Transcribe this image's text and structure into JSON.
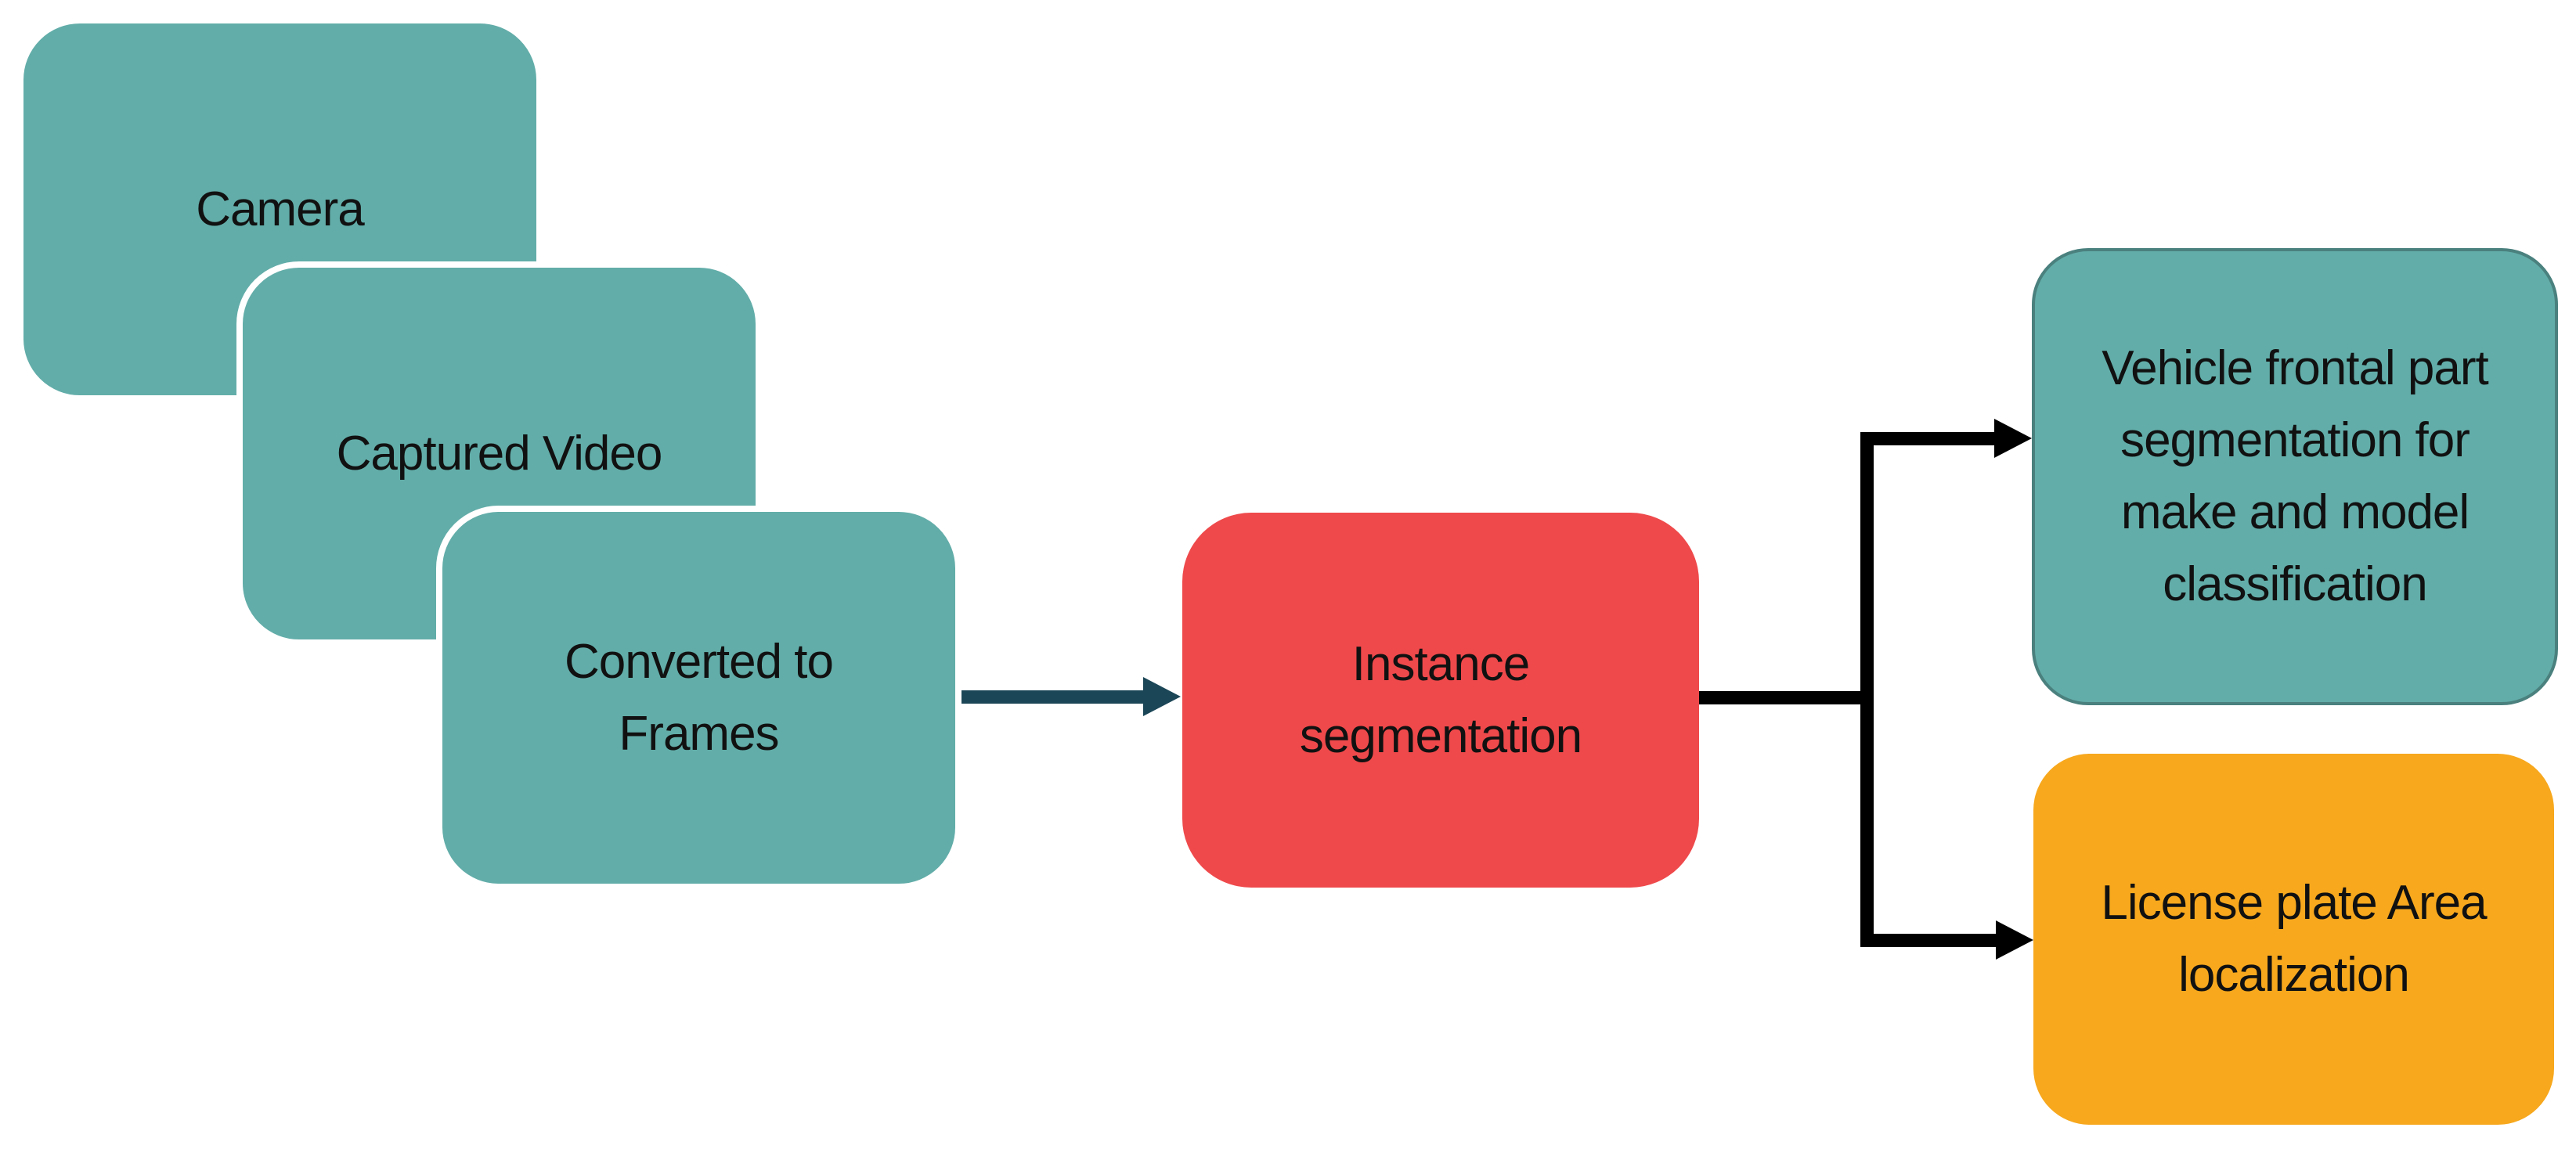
{
  "diagram": {
    "type": "flowchart",
    "background": "#FFFFFF",
    "nodes": {
      "camera": {
        "label": "Camera",
        "shape": "rounded-rectangle",
        "fill": "#62ADA9",
        "border": "#FFFFFF"
      },
      "captured_video": {
        "label": "Captured Video",
        "shape": "rounded-rectangle",
        "fill": "#62ADA9",
        "border": "#FFFFFF"
      },
      "converted_to_frames": {
        "label": "Converted to\nFrames",
        "shape": "rounded-rectangle",
        "fill": "#62ADA9",
        "border": "#FFFFFF"
      },
      "instance_segmentation": {
        "label": "Instance\nsegmentation",
        "shape": "rounded-rectangle",
        "fill": "#EF494B",
        "border": "none"
      },
      "vehicle_frontal_part": {
        "label": "Vehicle frontal part\nsegmentation for\nmake and model\nclassification",
        "shape": "rounded-rectangle",
        "fill": "#62ADA9",
        "border": "#4A807E"
      },
      "license_plate_area": {
        "label": "License plate Area\nlocalization",
        "shape": "rounded-rectangle",
        "fill": "#F7A81D",
        "border": "none"
      }
    },
    "edges": [
      {
        "from": "converted_to_frames",
        "to": "instance_segmentation",
        "style": "straight-arrow",
        "color": "#1B4657"
      },
      {
        "from": "instance_segmentation",
        "to": "vehicle_frontal_part",
        "style": "elbow-arrow",
        "color": "#000000"
      },
      {
        "from": "instance_segmentation",
        "to": "license_plate_area",
        "style": "elbow-arrow",
        "color": "#000000"
      }
    ],
    "colors": {
      "teal": "#62ADA9",
      "teal_border": "#4A807E",
      "red": "#EF494B",
      "orange": "#F7A81D",
      "arrow_navy": "#1B4657",
      "connector_black": "#000000",
      "text": "#111111",
      "background": "#FFFFFF"
    },
    "text_color": "#111111"
  }
}
